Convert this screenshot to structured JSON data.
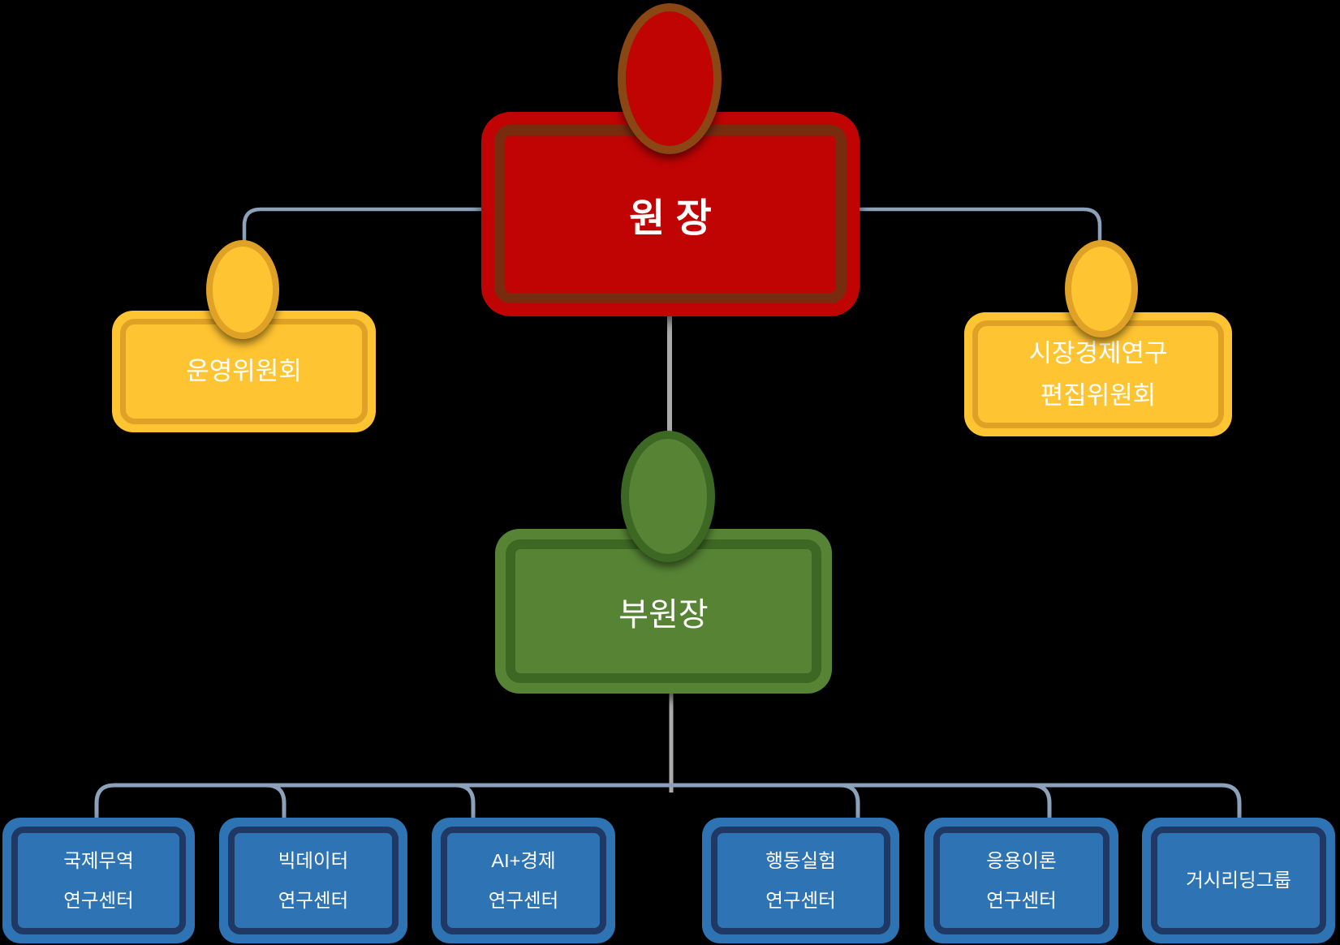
{
  "diagram": {
    "type": "org-chart",
    "background": "#000000",
    "connector_colors": {
      "primary": "#8CA2BB",
      "secondary": "#ABABAB"
    },
    "nodes": {
      "director": {
        "label": "원 장",
        "fill": "#C00404",
        "ring": "#772C10",
        "head_ring": "#8A4714"
      },
      "committee_left": {
        "label": "운영위원회",
        "fill": "#FFC431",
        "ring": "#E0A226"
      },
      "committee_right": {
        "line1": "시장경제연구",
        "line2": "편집위원회",
        "fill": "#FFC431",
        "ring": "#E0A226"
      },
      "deputy": {
        "label": "부원장",
        "fill": "#568434",
        "ring": "#3D6823"
      },
      "center_fill": "#2E74B5",
      "center_ring": "#1F3864",
      "centers": [
        {
          "line1": "국제무역",
          "line2": "연구센터"
        },
        {
          "line1": "빅데이터",
          "line2": "연구센터"
        },
        {
          "line1": "AI+경제",
          "line2": "연구센터"
        },
        {
          "line1": "행동실험",
          "line2": "연구센터"
        },
        {
          "line1": "응용이론",
          "line2": "연구센터"
        },
        {
          "line1": "거시리딩그룹"
        }
      ]
    }
  }
}
